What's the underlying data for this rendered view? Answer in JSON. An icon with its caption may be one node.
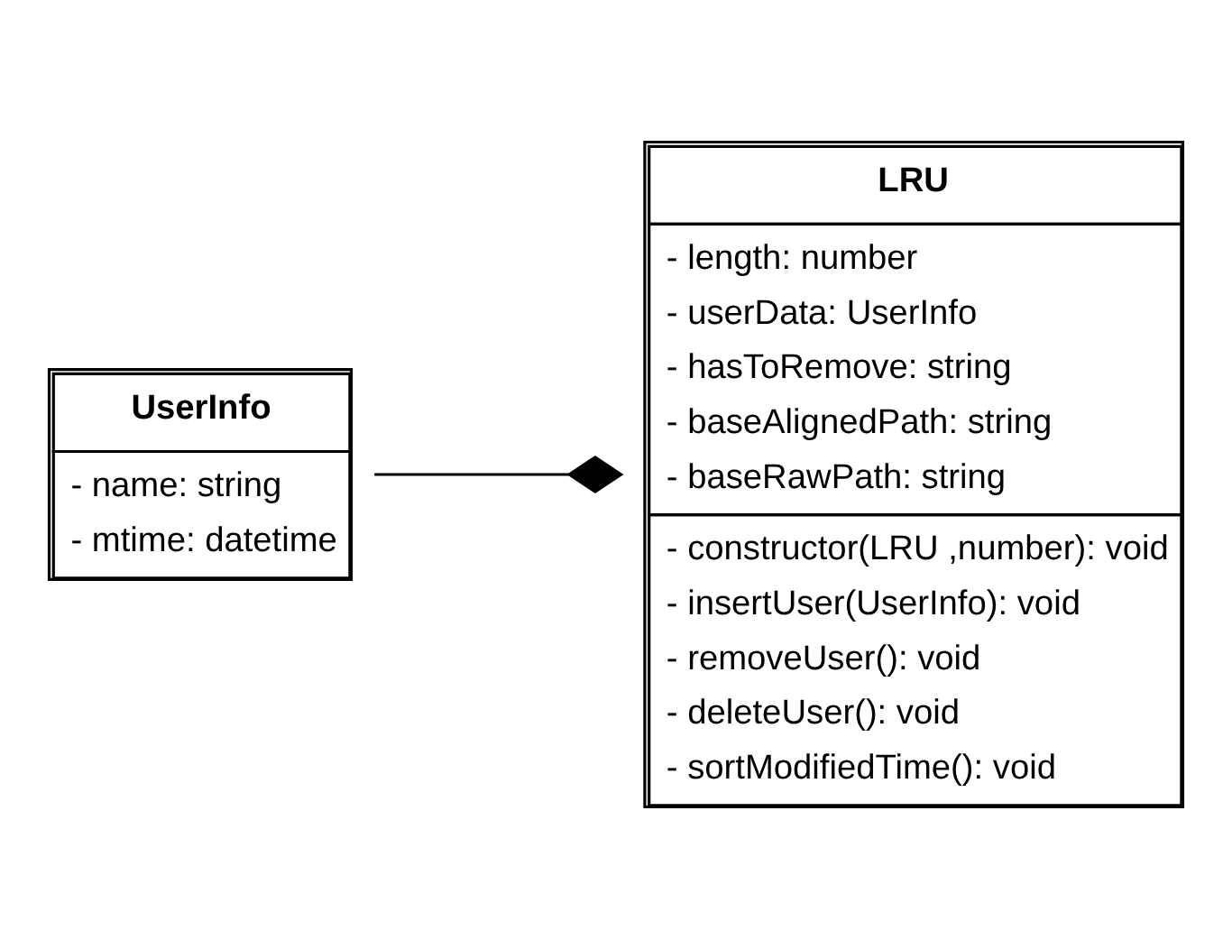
{
  "diagram": {
    "nodes": [
      {
        "text": [
          "UserInfo",
          "- name: string",
          "- mtime: datetime"
        ]
      },
      {
        "text": [
          "LRU",
          "- length: number",
          "- userData: UserInfo",
          "- hasToRemove: string",
          "- baseAlignedPath: string",
          "- baseRawPath: string",
          "- constructor(LRU ,number): void",
          "- insertUser(UserInfo): void",
          "- removeUser(): void",
          "- deleteUser(): void",
          "- sortModifiedTime(): void"
        ]
      }
    ],
    "edges": [
      {
        "from": 0,
        "to": 1,
        "arrow": "other"
      }
    ]
  }
}
